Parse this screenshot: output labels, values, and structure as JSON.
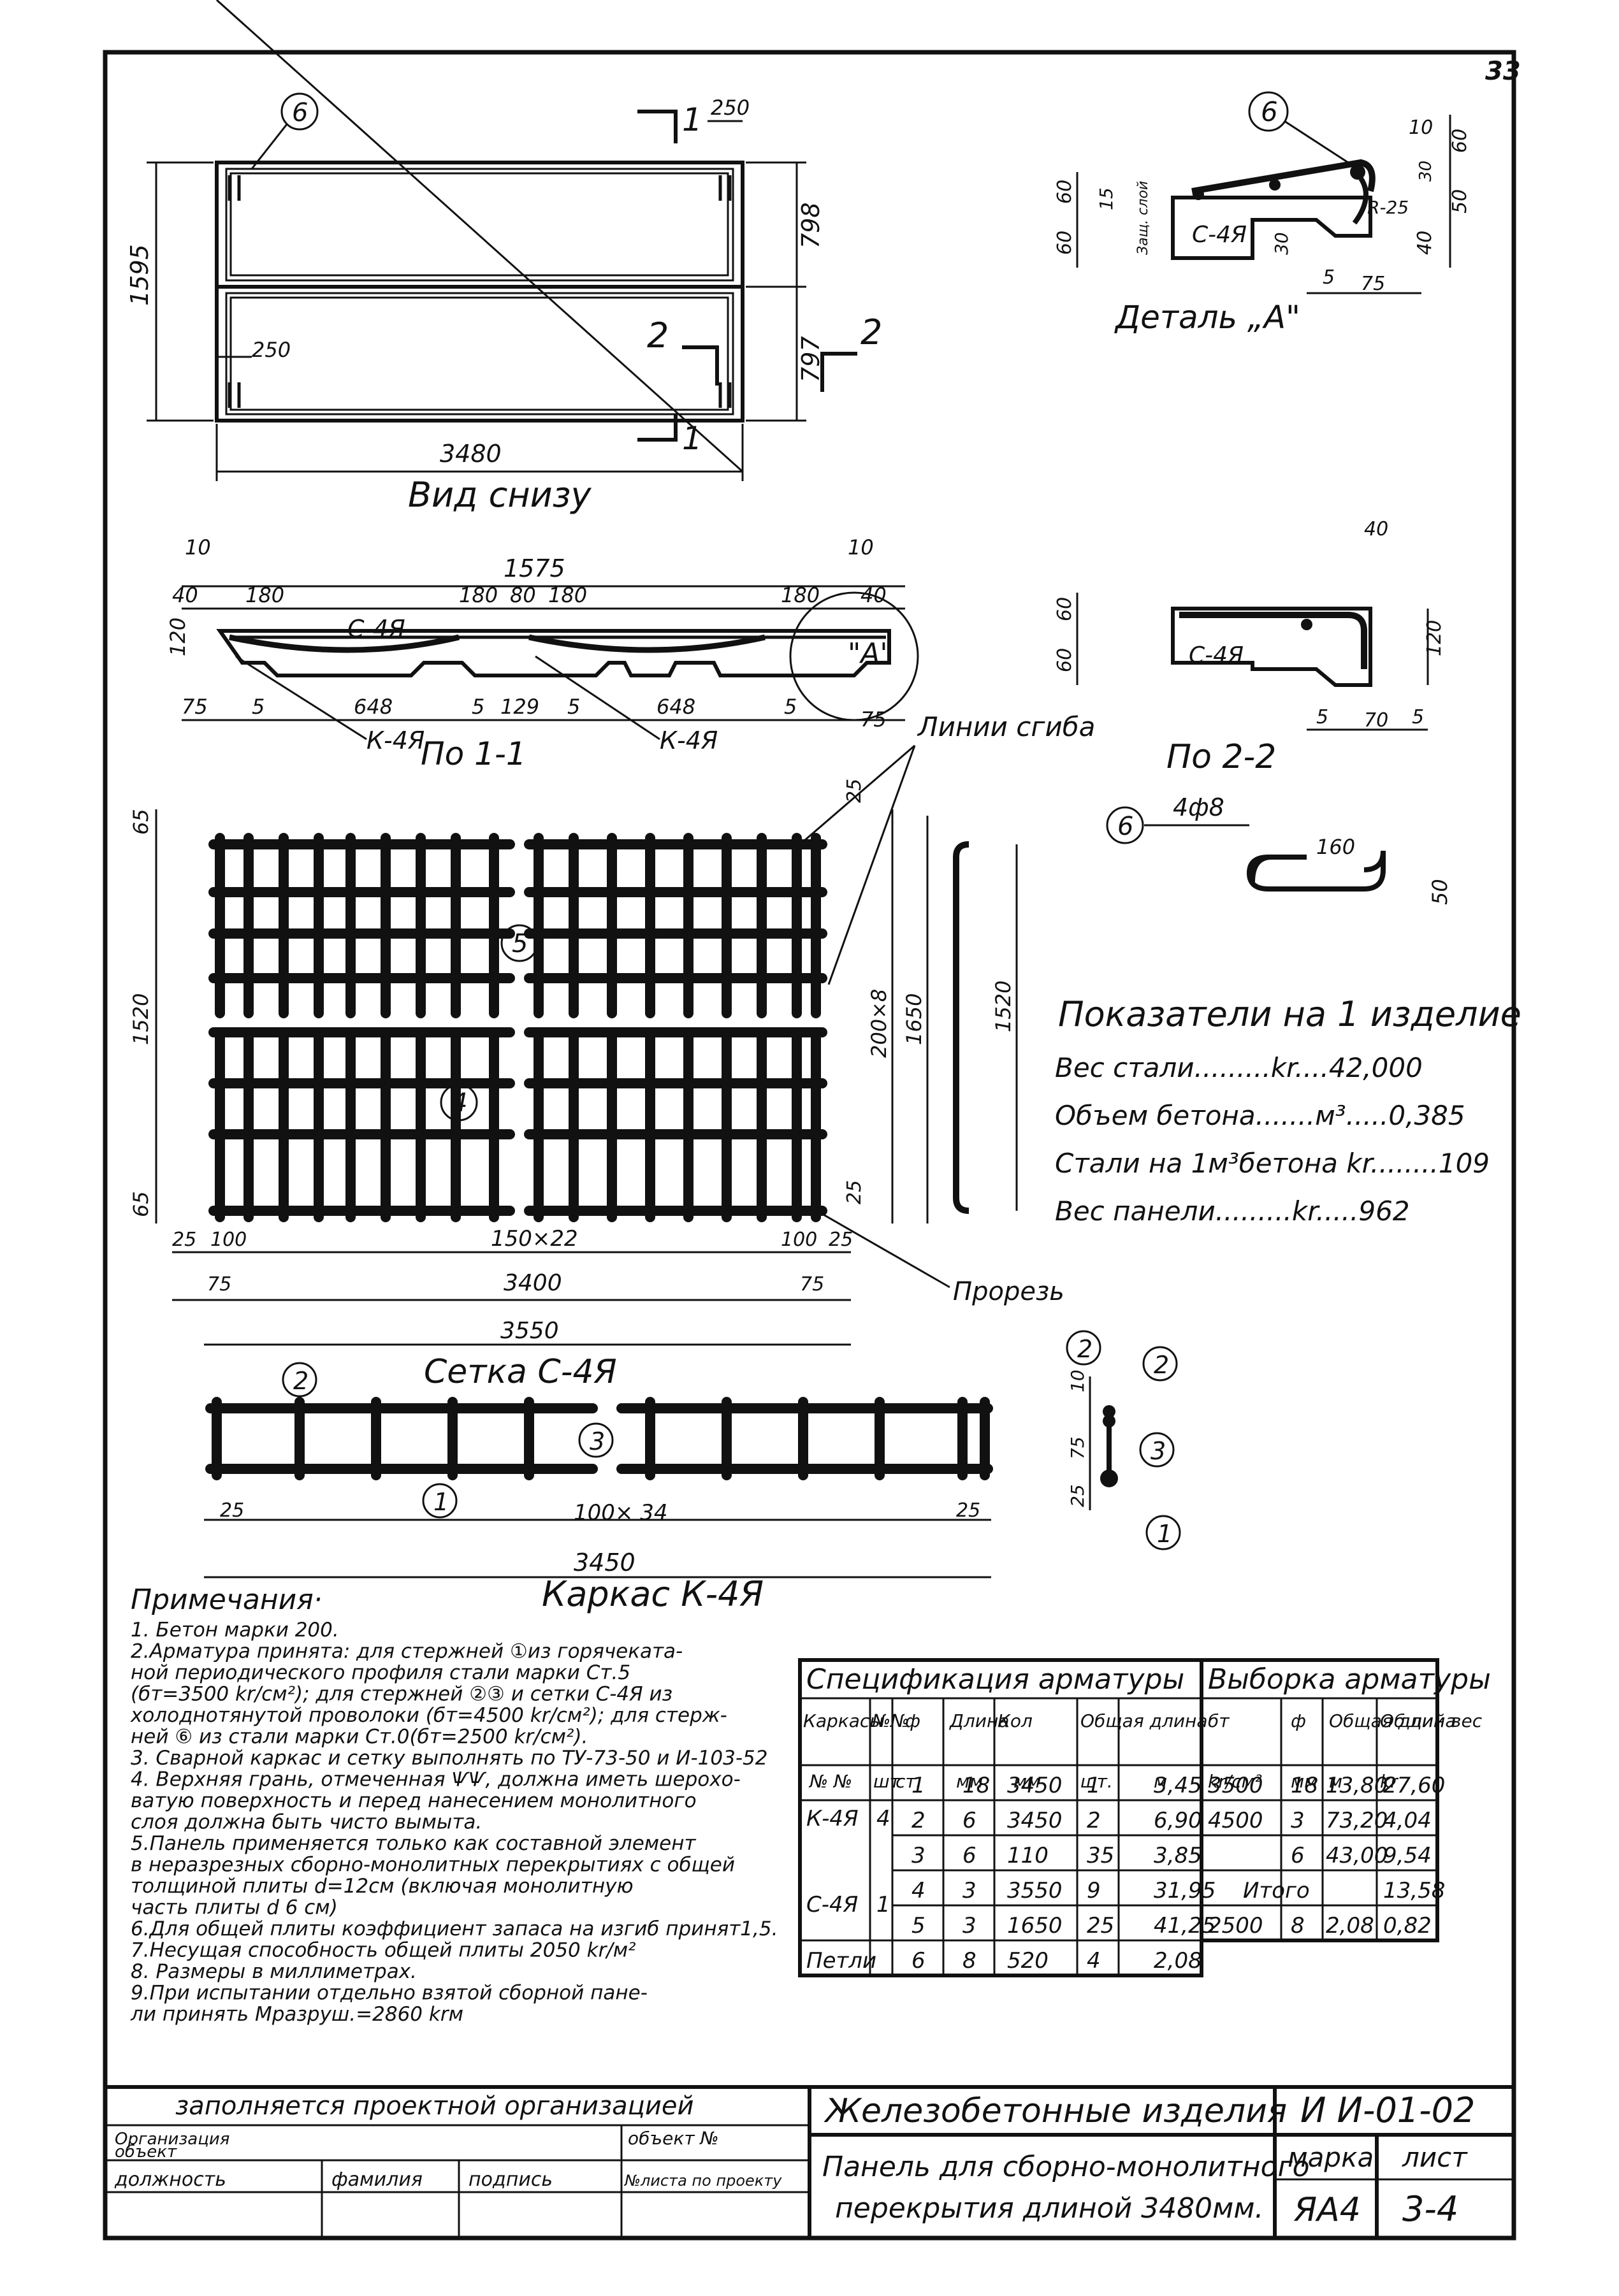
{
  "sheet": {
    "page_number": "33",
    "cells": {
      "row1_left": "заполняется проектной организацией",
      "org": "Организация\nобъект",
      "object_no": "объект №",
      "position": "должность",
      "surname": "фамилия",
      "signature": "подпись",
      "sheet_in_project": "№листа по проекту",
      "series_title": "Железобетонные изделия",
      "series_code": "И И-01-02",
      "product_title_1": "Панель для сборно-монолитного",
      "product_title_2": "перекрытия длиной 3480мм.",
      "mark_label": "марка",
      "sheet_label": "лист",
      "mark_value": "ЯА4",
      "sheet_value": "3-4"
    }
  },
  "view_bottom": {
    "title": "Вид снизу",
    "dims": [
      "3480",
      "1595",
      "798",
      "797",
      "250",
      "250"
    ],
    "marks": [
      "6",
      "1",
      "1",
      "2",
      "2"
    ]
  },
  "section_1_1": {
    "title": "По 1-1",
    "dims": [
      "10",
      "40",
      "180",
      "1575",
      "180",
      "80",
      "180",
      "180",
      "10",
      "40",
      "120",
      "75",
      "5",
      "648",
      "5",
      "129",
      "5",
      "648",
      "5",
      "75"
    ],
    "labels": [
      "С-4Я",
      "К-4Я",
      "К-4Я",
      "\"А\""
    ]
  },
  "detail_a": {
    "title": "Деталь „А\"",
    "mark": "6",
    "labels": [
      "С-4Я",
      "Защ. слой",
      "R-25"
    ],
    "dims": [
      "10",
      "60",
      "30",
      "50",
      "40",
      "60",
      "60",
      "15",
      "30",
      "5",
      "75"
    ]
  },
  "section_2_2": {
    "title": "По 2-2",
    "label": "С-4Я",
    "dims": [
      "40",
      "60",
      "60",
      "120",
      "5",
      "70",
      "5"
    ]
  },
  "loop_6": {
    "mark": "6",
    "spec": "4ф8",
    "dims": [
      "160",
      "50"
    ]
  },
  "mesh_c4": {
    "title": "Сетка С-4Я",
    "marks": [
      "5",
      "4"
    ],
    "leader_labels": [
      "Линии сгиба",
      "Прорезь"
    ],
    "dims": [
      "65",
      "1520",
      "65",
      "25",
      "100",
      "150×22",
      "100",
      "25",
      "75",
      "3400",
      "75",
      "3550",
      "200×8",
      "1650",
      "1520",
      "25",
      "25"
    ]
  },
  "frame_k4": {
    "title": "Каркас К-4Я",
    "marks": [
      "2",
      "3",
      "1",
      "2",
      "2",
      "3",
      "1"
    ],
    "dims": [
      "25",
      "100× 34",
      "25",
      "3450",
      "10",
      "75",
      "25"
    ]
  },
  "indicators": {
    "title": "Показатели на 1 изделие",
    "rows": [
      {
        "label": "Вес стали",
        "unit": "kr.",
        "value": "42,000"
      },
      {
        "label": "Объем бетона",
        "unit": "м³",
        "value": "0,385"
      },
      {
        "label": "Стали на 1м³бетона",
        "unit": "kr.",
        "value": "109"
      },
      {
        "label": "Вес панели",
        "unit": "kr",
        "value": "962"
      }
    ]
  },
  "notes": {
    "title": "Примечания·",
    "lines": [
      "1. Бетон марки 200.",
      "2.Арматура принята: для стержней ①из горячеката-",
      "ной периодического профиля стали марки Ст.5",
      "(бт=3500 kr/см²); для стержней ②③ и сетки С-4Я из",
      "холоднотянутой проволоки (бт=4500 kr/см²); для стерж-",
      "ней ⑥ из стали марки Ст.0(бт=2500 kr/см²).",
      "3. Сварной каркас и сетку выполнять по ТУ-73-50 и И-103-52",
      "4. Верхняя грань, отмеченная ѰѰ, должна иметь шерохо-",
      "ватую поверхность и перед нанесением монолитного",
      "слоя должна быть чисто вымыта.",
      "5.Панель применяется только как составной элемент",
      "в неразрезных сборно-монолитных перекрытиях с общей",
      "толщиной плиты d=12см (включая монолитную",
      "часть плиты d 6 см)",
      "6.Для общей плиты коэффициент запаса на изгиб принят1,5.",
      "7.Несущая способность общей плиты 2050 kr/м²",
      "8. Размеры в миллиметрах.",
      "9.При испытании отдельно взятой сборной пане-",
      "ли принять Мразруш.=2860 krм"
    ]
  },
  "spec_table": {
    "title": "Спецификация арматуры",
    "header1": [
      "Каркасы",
      "№№",
      "ф",
      "Длина",
      "Кол",
      "Общая длина"
    ],
    "header2": [
      "№ №",
      "шт",
      "ст.",
      "мм",
      "мм",
      "шт.",
      "м"
    ],
    "rows": [
      [
        "К-4Я",
        "4",
        "1",
        "18",
        "3450",
        "1",
        "3,45"
      ],
      [
        "",
        "",
        "2",
        "6",
        "3450",
        "2",
        "6,90"
      ],
      [
        "",
        "",
        "3",
        "6",
        "110",
        "35",
        "3,85"
      ],
      [
        "С-4Я",
        "1",
        "4",
        "3",
        "3550",
        "9",
        "31,95"
      ],
      [
        "",
        "",
        "5",
        "3",
        "1650",
        "25",
        "41,25"
      ],
      [
        "Петли",
        "",
        "6",
        "8",
        "520",
        "4",
        "2,08"
      ]
    ]
  },
  "selection_table": {
    "title": "Выборка арматуры",
    "header1": [
      "бт",
      "ф",
      "Общая длина",
      "Общий вес"
    ],
    "header2": [
      "kr/см²",
      "мм",
      "м",
      "kr"
    ],
    "rows": [
      [
        "3500",
        "18",
        "13,80",
        "27,60"
      ],
      [
        "4500",
        "3",
        "73,20",
        "4,04"
      ],
      [
        "",
        "6",
        "43,00",
        "9,54"
      ],
      [
        "Итого",
        "",
        "",
        "13,58"
      ],
      [
        "2500",
        "8",
        "2,08",
        "0,82"
      ]
    ]
  }
}
